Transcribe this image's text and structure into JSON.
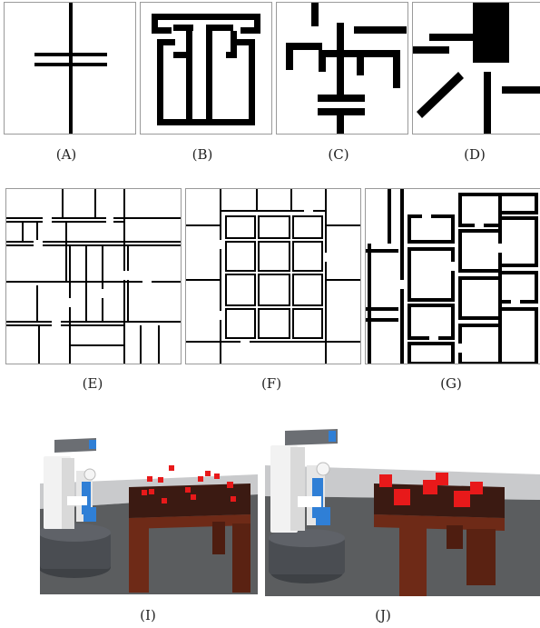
{
  "figure": {
    "captions": {
      "A": "(A)",
      "B": "(B)",
      "C": "(C)",
      "D": "(D)",
      "E": "(E)",
      "F": "(F)",
      "G": "(G)",
      "I": "(I)",
      "J": "(J)"
    }
  },
  "colors": {
    "wall": "#000000",
    "panel_border": "#9a9a9a",
    "table_wood": "#6e2a17",
    "table_top": "#3b1a12",
    "cube_red": "#e8191a",
    "scene_floor": "#5b5d5f",
    "scene_wall": "#c9cacc",
    "robot_white": "#f2f2f2",
    "robot_blue": "#2f7fd6",
    "robot_dark": "#4a4d52"
  }
}
